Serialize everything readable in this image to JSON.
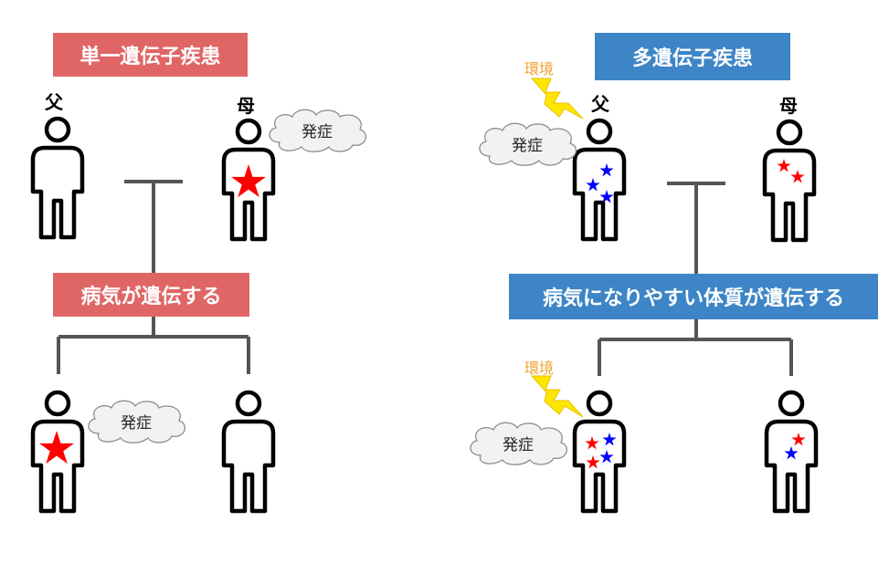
{
  "left": {
    "title": "単一遺伝子疾患",
    "father_label": "父",
    "mother_label": "母",
    "onset_mother": "発症",
    "middle_box": "病気が遺伝する",
    "onset_child": "発症"
  },
  "right": {
    "title": "多遺伝子疾患",
    "father_label": "父",
    "mother_label": "母",
    "env_father": "環境",
    "onset_father": "発症",
    "middle_box": "病気になりやすい体質が遺伝する",
    "env_child": "環境",
    "onset_child": "発症"
  },
  "colors": {
    "red_box": "#e06666",
    "blue_box": "#3d85c6",
    "star_red": "#ff0000",
    "star_blue": "#0000ff",
    "line": "#555555",
    "lightning": "#ffe600"
  }
}
